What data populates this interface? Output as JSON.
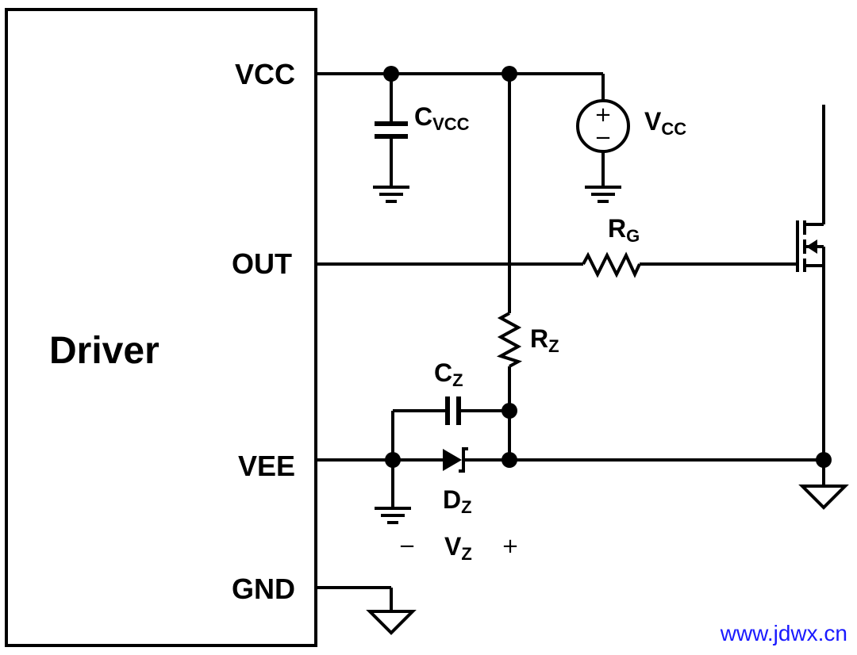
{
  "driver": {
    "title": "Driver",
    "pins": {
      "vcc": "VCC",
      "out": "OUT",
      "vee": "VEE",
      "gnd": "GND"
    }
  },
  "components": {
    "cvcc": {
      "main": "C",
      "sub": "VCC"
    },
    "vcc_source": {
      "main": "V",
      "sub": "CC",
      "plus": "+",
      "minus": "−"
    },
    "rg": {
      "main": "R",
      "sub": "G"
    },
    "rz": {
      "main": "R",
      "sub": "Z"
    },
    "cz": {
      "main": "C",
      "sub": "Z"
    },
    "dz": {
      "main": "D",
      "sub": "Z"
    },
    "vz": {
      "main": "V",
      "sub": "Z",
      "minus": "−",
      "plus": "+"
    }
  },
  "watermark": {
    "text": "www.jdwx.cn",
    "color": "#1a1aff"
  }
}
